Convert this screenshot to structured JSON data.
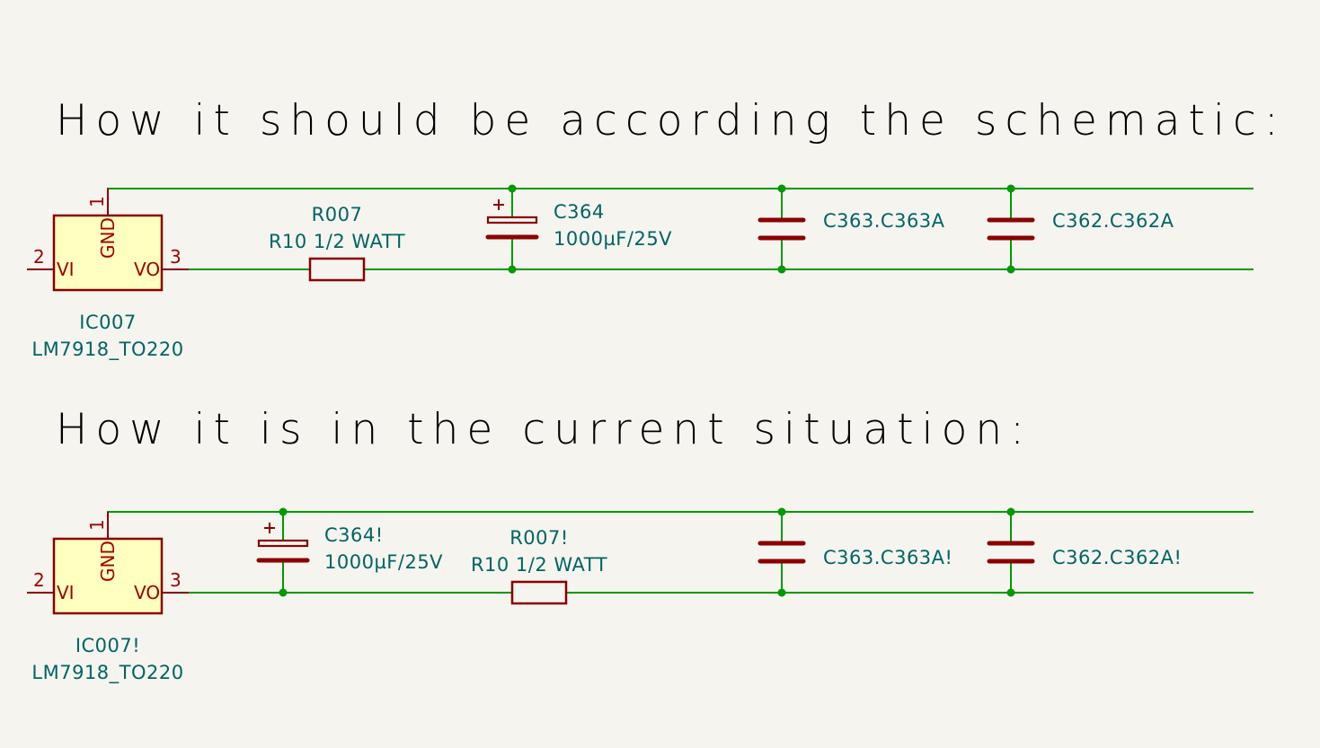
{
  "headings": {
    "top": "How it should be according the schematic:",
    "bottom": "How it is in the current situation:"
  },
  "colors": {
    "wire": "#009a00",
    "symbol": "#8a0000",
    "symbol_fill": "#ffffc0",
    "ref_text": "#006464",
    "pin_text": "#a00000",
    "background": "#f5f4ef"
  },
  "schematic_top": {
    "regulator": {
      "ref": "IC007",
      "value": "LM7918_TO220",
      "pins": {
        "gnd_num": "1",
        "vi_num": "2",
        "vo_num": "3",
        "gnd_name": "GND",
        "vi_name": "VI",
        "vo_name": "VO"
      }
    },
    "resistor": {
      "ref": "R007",
      "value": "R10 1/2 WATT"
    },
    "cap_polarized": {
      "ref": "C364",
      "value": "1000µF/25V",
      "plus": "+"
    },
    "cap_a": {
      "label": "C363.C363A"
    },
    "cap_b": {
      "label": "C362.C362A"
    }
  },
  "schematic_bottom": {
    "regulator": {
      "ref": "IC007!",
      "value": "LM7918_TO220",
      "pins": {
        "gnd_num": "1",
        "vi_num": "2",
        "vo_num": "3",
        "gnd_name": "GND",
        "vi_name": "VI",
        "vo_name": "VO"
      }
    },
    "cap_polarized": {
      "ref": "C364!",
      "value": "1000µF/25V",
      "plus": "+"
    },
    "resistor": {
      "ref": "R007!",
      "value": "R10 1/2 WATT"
    },
    "cap_a": {
      "label": "C363.C363A!"
    },
    "cap_b": {
      "label": "C362.C362A!"
    }
  }
}
